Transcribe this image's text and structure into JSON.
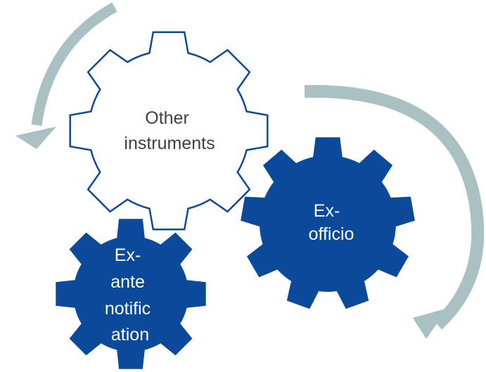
{
  "colors": {
    "arrow": "#a9c1c3",
    "dark_gear_fill": "#0b4a9a",
    "outline_gear_stroke": "#0b4a9a",
    "outline_gear_fill": "#ffffff",
    "outline_gear_text": "#404040",
    "dark_gear_text": "#ffffff"
  },
  "gears": {
    "other_instruments": {
      "lines": [
        "Other",
        "instruments"
      ]
    },
    "ex_officio": {
      "lines": [
        "Ex-",
        "officio"
      ]
    },
    "ex_ante_notification": {
      "lines": [
        "Ex-",
        "ante",
        "notific",
        "ation"
      ]
    }
  },
  "arrows": {
    "top_left": {
      "direction": "counter-clockwise",
      "icon": "curved-arrow-icon"
    },
    "right": {
      "direction": "clockwise",
      "icon": "curved-arrow-icon"
    }
  }
}
